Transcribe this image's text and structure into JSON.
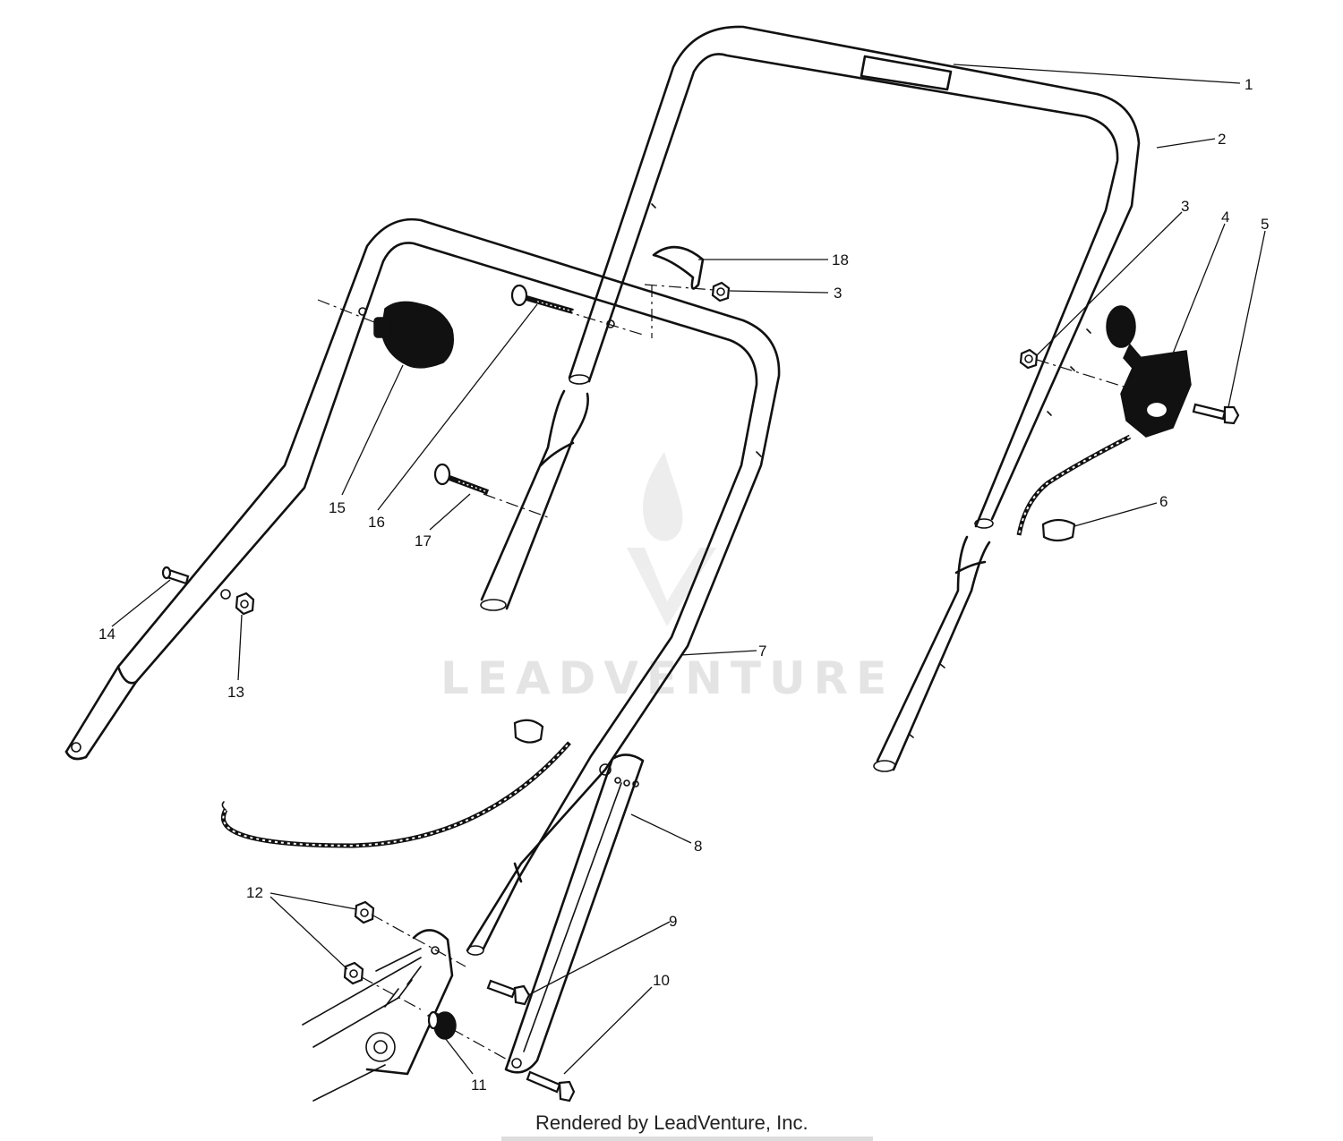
{
  "diagram": {
    "callouts": [
      {
        "id": "c1",
        "label": "1"
      },
      {
        "id": "c2",
        "label": "2"
      },
      {
        "id": "c3a",
        "label": "3"
      },
      {
        "id": "c3b",
        "label": "3"
      },
      {
        "id": "c4",
        "label": "4"
      },
      {
        "id": "c5",
        "label": "5"
      },
      {
        "id": "c6",
        "label": "6"
      },
      {
        "id": "c7",
        "label": "7"
      },
      {
        "id": "c8",
        "label": "8"
      },
      {
        "id": "c9",
        "label": "9"
      },
      {
        "id": "c10",
        "label": "10"
      },
      {
        "id": "c11",
        "label": "11"
      },
      {
        "id": "c12",
        "label": "12"
      },
      {
        "id": "c13",
        "label": "13"
      },
      {
        "id": "c14",
        "label": "14"
      },
      {
        "id": "c15",
        "label": "15"
      },
      {
        "id": "c16",
        "label": "16"
      },
      {
        "id": "c17",
        "label": "17"
      },
      {
        "id": "c18",
        "label": "18"
      }
    ]
  },
  "watermark": {
    "text": "LEADVENTURE"
  },
  "footer": {
    "text": "Rendered by LeadVenture, Inc."
  }
}
